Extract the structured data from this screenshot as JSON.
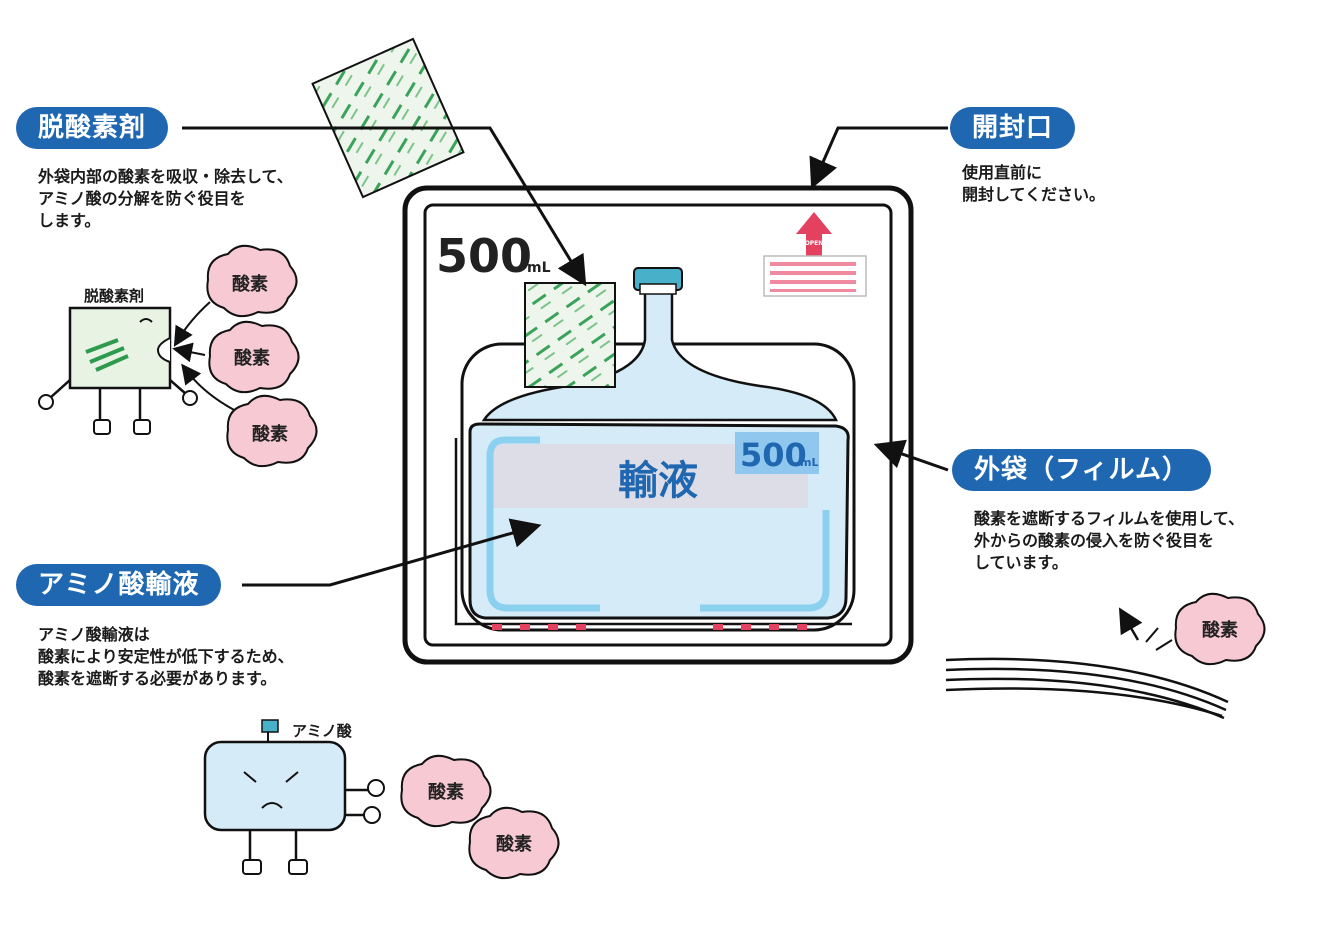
{
  "callouts": {
    "oxygen_absorber": {
      "title": "脱酸素剤",
      "desc": "外袋内部の酸素を吸収・除去して、\nアミノ酸の分解を防ぐ役目を\nします。"
    },
    "opening": {
      "title": "開封口",
      "desc": "使用直前に\n開封してください。"
    },
    "outer_bag": {
      "title": "外袋（フィルム）",
      "desc": "酸素を遮断するフィルムを使用して、\n外からの酸素の侵入を防ぐ役目を\nしています。"
    },
    "amino_solution": {
      "title": "アミノ酸輸液",
      "desc": "アミノ酸輸液は\n酸素により安定性が低下するため、\n酸素を遮断する必要があります。"
    }
  },
  "labels": {
    "absorber_character": "脱酸素剤",
    "amino_character": "アミノ酸",
    "oxygen": "酸素",
    "bag_volume_number": "500",
    "bag_volume_unit": "mL",
    "infusion": "輸液",
    "infusion_volume_number": "500",
    "infusion_volume_unit": "mL",
    "open_arrow_text": "OPEN"
  },
  "colors": {
    "pill_blue": "#1f67b1",
    "cloud_pink": "#f6c9d3",
    "bag_fill": "#d6ebf8",
    "absorber_green": "#2e9a4e",
    "open_red": "#e4405f"
  }
}
